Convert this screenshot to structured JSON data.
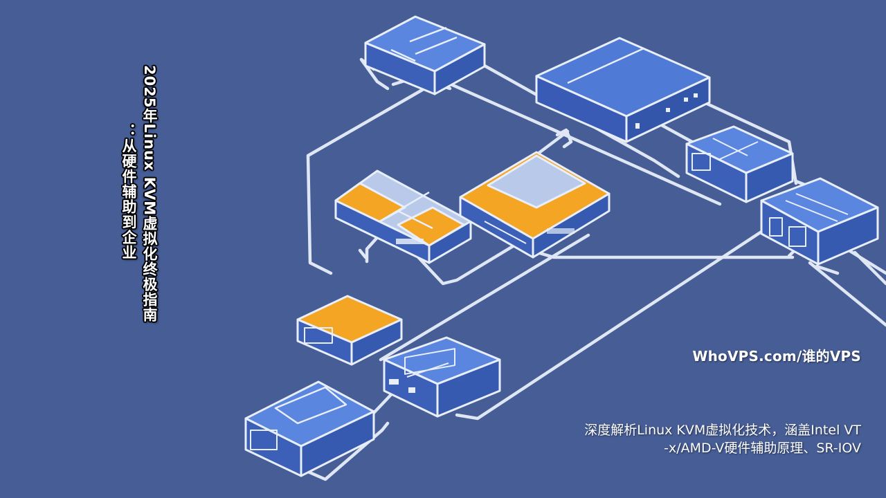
{
  "title": {
    "line1": "2025年Linux KVM虚拟化终极指南",
    "line2": "：从硬件辅助到企业"
  },
  "site": "WhoVPS.com/谁的VPS",
  "description": {
    "line1": "深度解析Linux KVM虚拟化技术，涵盖Intel VT",
    "line2": "-x/AMD-V硬件辅助原理、SR-IOV"
  },
  "colors": {
    "background": "#465d96",
    "device_blue": "#4f7ad6",
    "device_side": "#3a5bb5",
    "accent_orange": "#f5a524",
    "panel_light": "#b9c9ea",
    "cable": "#e8eefa"
  },
  "icons": [
    "server-icon",
    "switch-icon",
    "network-cable-icon"
  ]
}
